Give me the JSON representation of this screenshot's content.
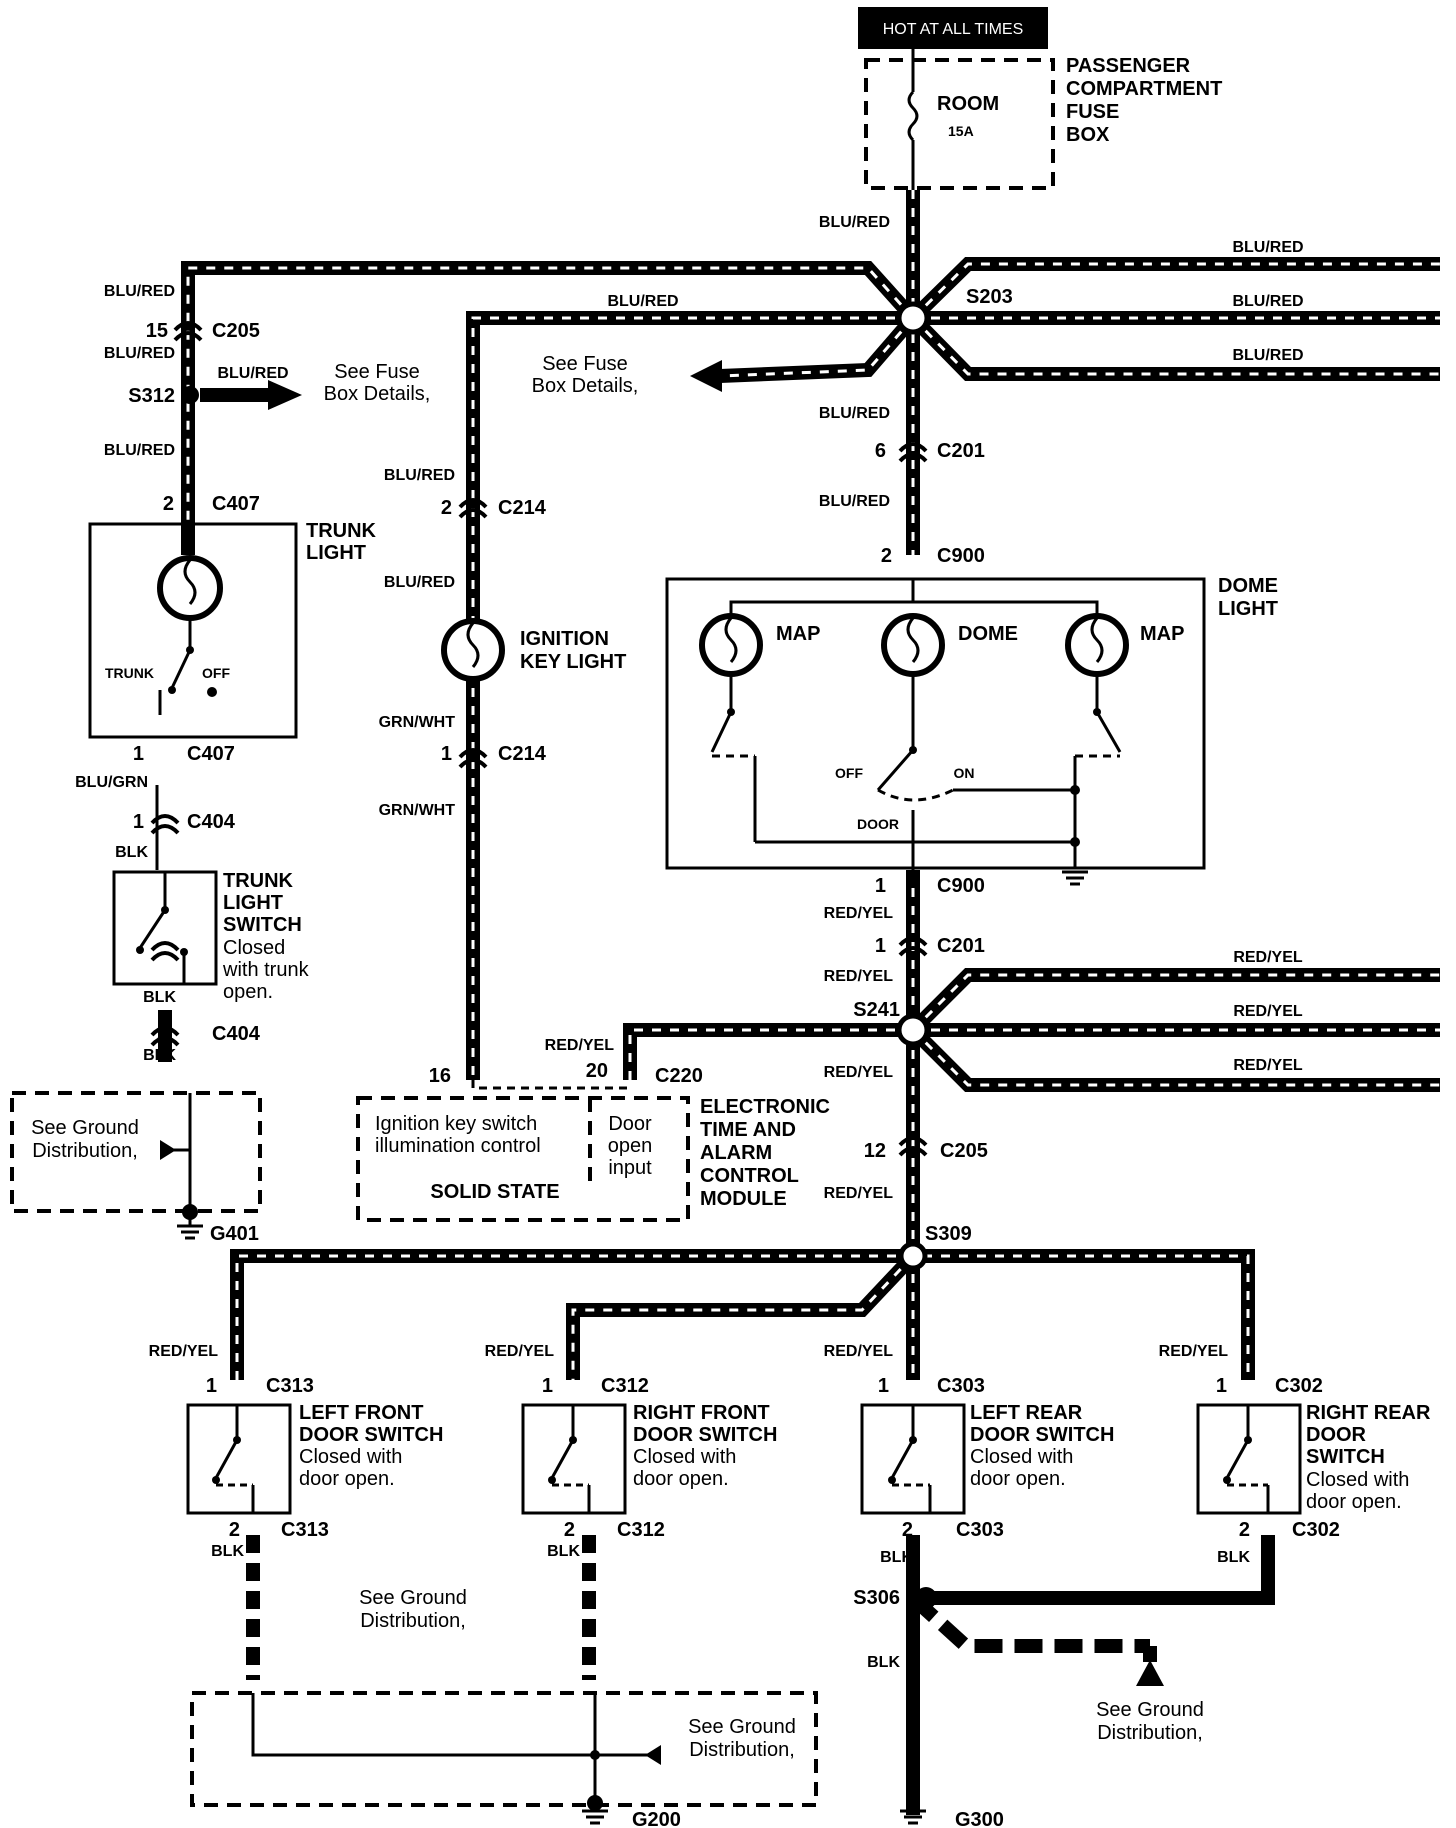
{
  "header": {
    "hot": "HOT AT ALL TIMES"
  },
  "fusebox": {
    "fuse_name": "ROOM",
    "fuse_rating": "15A",
    "label_lines": [
      "PASSENGER",
      "COMPARTMENT",
      "FUSE",
      "BOX"
    ]
  },
  "wires": {
    "blu_red": "BLU/RED",
    "blu_grn": "BLU/GRN",
    "grn_wht": "GRN/WHT",
    "red_yel": "RED/YEL",
    "blk": "BLK"
  },
  "splices": {
    "s203": "S203",
    "s312": "S312",
    "s241": "S241",
    "s309": "S309",
    "s306": "S306"
  },
  "connectors": {
    "c205": "C205",
    "c407": "C407",
    "c404": "C404",
    "c214": "C214",
    "c201": "C201",
    "c900": "C900",
    "c220": "C220",
    "c313": "C313",
    "c312": "C312",
    "c303": "C303",
    "c302": "C302"
  },
  "pins": {
    "p1": "1",
    "p2": "2",
    "p6": "6",
    "p12": "12",
    "p15": "15",
    "p16": "16",
    "p20": "20"
  },
  "grounds": {
    "g401": "G401",
    "g200": "G200",
    "g300": "G300"
  },
  "refs": {
    "fuse_details_lines": [
      "See Fuse",
      "Box Details,"
    ],
    "ground_dist_lines": [
      "See Ground",
      "Distribution,"
    ]
  },
  "trunk_light": {
    "title_lines": [
      "TRUNK",
      "LIGHT"
    ],
    "trunk": "TRUNK",
    "off": "OFF"
  },
  "trunk_switch": {
    "title_lines": [
      "TRUNK",
      "LIGHT",
      "SWITCH"
    ],
    "desc_lines": [
      "Closed",
      "with trunk",
      "open."
    ]
  },
  "ignition_light": {
    "title_lines": [
      "IGNITION",
      "KEY LIGHT"
    ]
  },
  "dome_light": {
    "title_lines": [
      "DOME",
      "LIGHT"
    ],
    "map": "MAP",
    "dome": "DOME",
    "off": "OFF",
    "on": "ON",
    "door": "DOOR"
  },
  "module": {
    "left_lines": [
      "Ignition key switch",
      "illumination control"
    ],
    "right_lines": [
      "Door",
      "open",
      "input"
    ],
    "solid_state": "SOLID STATE",
    "title_lines": [
      "ELECTRONIC",
      "TIME AND",
      "ALARM",
      "CONTROL",
      "MODULE"
    ]
  },
  "door_switches": {
    "lf_title": [
      "LEFT FRONT",
      "DOOR SWITCH"
    ],
    "rf_title": [
      "RIGHT FRONT",
      "DOOR SWITCH"
    ],
    "lr_title": [
      "LEFT REAR",
      "DOOR SWITCH"
    ],
    "rr_title": [
      "RIGHT REAR",
      "DOOR",
      "SWITCH"
    ],
    "desc": [
      "Closed with",
      "door open."
    ]
  }
}
